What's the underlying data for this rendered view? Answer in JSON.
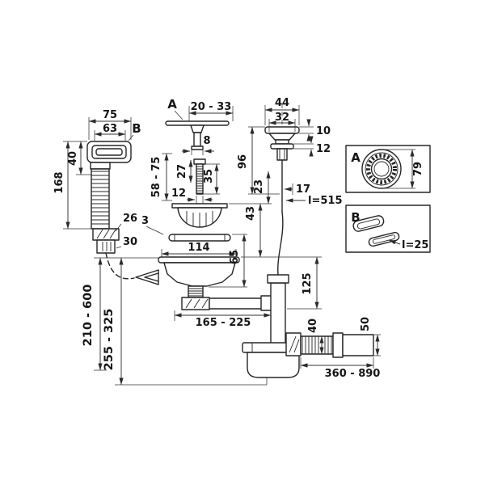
{
  "drawing": {
    "callout_a": "A",
    "callout_b": "B"
  },
  "panel_a": {
    "label": "A",
    "dia": "79"
  },
  "panel_b": {
    "label": "B",
    "len": "l=25"
  },
  "dims": {
    "cover_width": "75",
    "cover_inner_width": "63",
    "cover_stack_height": "168",
    "cover_height": "40",
    "nut_upper": "26",
    "nut_lower": "30",
    "seal_thickness": "3",
    "cap_range": "20 - 33",
    "cap_stem_dia": "8",
    "screw_length": "35",
    "screw_dia": "12",
    "basket_rim": "27",
    "basket_range": "58 - 75",
    "basket_drop": "23",
    "knob_width": "44",
    "knob_mid_width": "32",
    "knob_cap_h": "10",
    "knob_collar_h": "12",
    "knob_stack_h": "96",
    "rod_offset": "17",
    "rod_length": "l=515",
    "body_gap": "43",
    "flange_dia": "114",
    "body_h": "65",
    "riser_h": "125",
    "inlet_reach": "165 - 225",
    "hose_reach": "210 - 600",
    "trap_drop": "255 - 325",
    "outlet_dia": "40",
    "outlet_end_dia": "50",
    "outlet_reach": "360 - 890"
  }
}
